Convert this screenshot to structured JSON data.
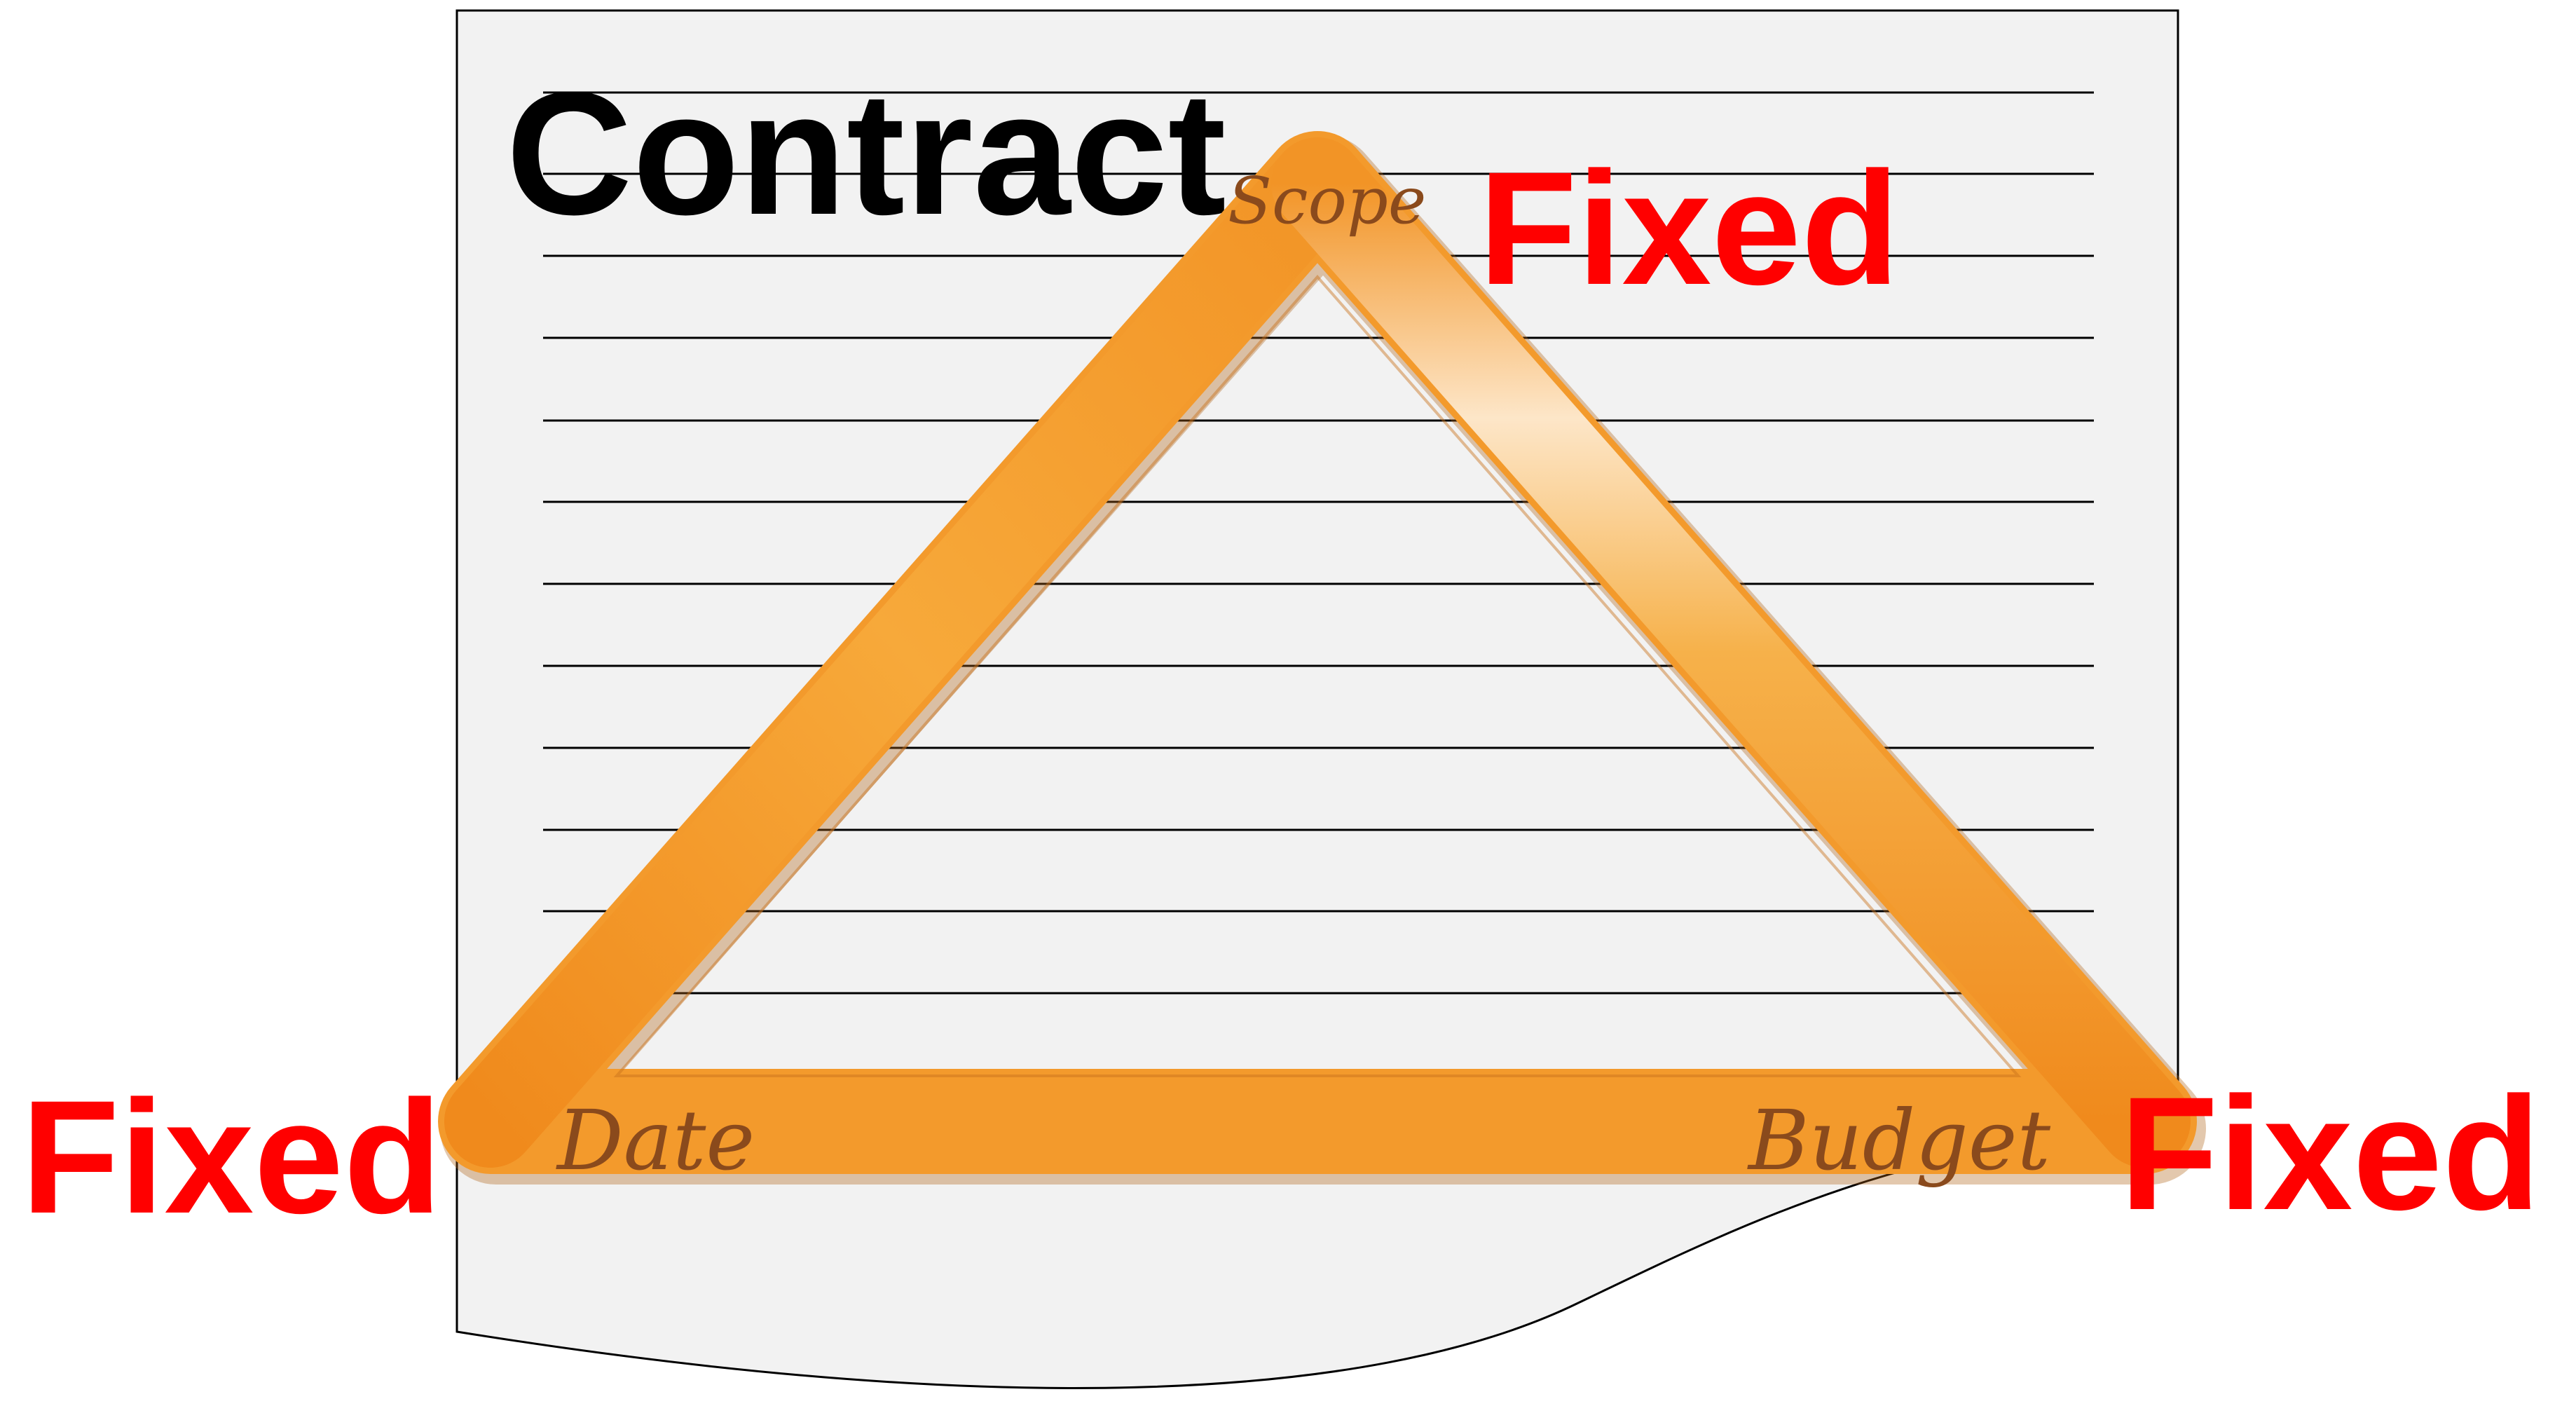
{
  "contract": {
    "title": "Contract"
  },
  "triangle": {
    "top_label": "Scope",
    "left_label": "Date",
    "right_label": "Budget"
  },
  "constraints": {
    "scope_status": "Fixed",
    "date_status": "Fixed",
    "budget_status": "Fixed"
  },
  "colors": {
    "constraint_text": "#ff0000",
    "triangle_orange": "#f39a2c",
    "triangle_highlight": "#fde6c8",
    "corner_text": "#8a4a1c",
    "paper": "#f2f2f2"
  }
}
